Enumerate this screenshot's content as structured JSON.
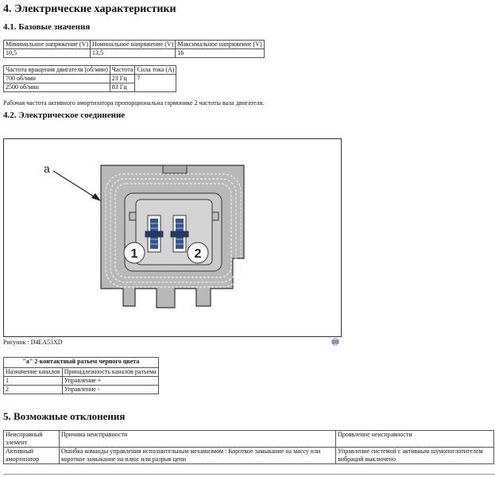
{
  "section4": {
    "title": "4. Электрические характеристики",
    "sub1": "4.1. Базовые значения",
    "voltage_table": {
      "headers": [
        "Минимальное напряжение (V)",
        "Номинальное напряжение (V)",
        "Максимальное напряжение (V)"
      ],
      "values": [
        "10,5",
        "13,5",
        "16"
      ]
    },
    "freq_table": {
      "headers": [
        "Частота вращения двигателя (об/мин)",
        "Частота",
        "Сила тока (А)"
      ],
      "rows": [
        [
          "700 об/мин",
          "23 Гц",
          "7"
        ],
        [
          "2500 об/мин",
          "83 Гц",
          ""
        ]
      ]
    },
    "note": "Рабочая частота активного амортизатора пропорциональна гармонике 2 частоты вала двигателя.",
    "sub2": "4.2. Электрическое соединение",
    "figure": {
      "label_a": "a",
      "pin1": "1",
      "pin2": "2",
      "caption": "Рисунок : D4EA53XD"
    },
    "connector_table": {
      "title": "\"a\" 2-контактный разъем черного цвета",
      "headers": [
        "Назначение каналов",
        "Принадлежность каналов разъема"
      ],
      "rows": [
        [
          "1",
          "Управление +"
        ],
        [
          "2",
          "Управление -"
        ]
      ]
    }
  },
  "section5": {
    "title": "5. Возможные отклонения",
    "table": {
      "headers": [
        "Неисправный элемент",
        "Причина неисправности",
        "Проявление неисправности"
      ],
      "row": [
        "Активный амортизатор",
        "Ошибка команды управления исполнительным механизмом : Короткое замыкание на массу или короткое замыкание на плюс или разрыв цепи",
        "Управление системой с активным шумопоглотителем вибраций выключено"
      ]
    }
  }
}
